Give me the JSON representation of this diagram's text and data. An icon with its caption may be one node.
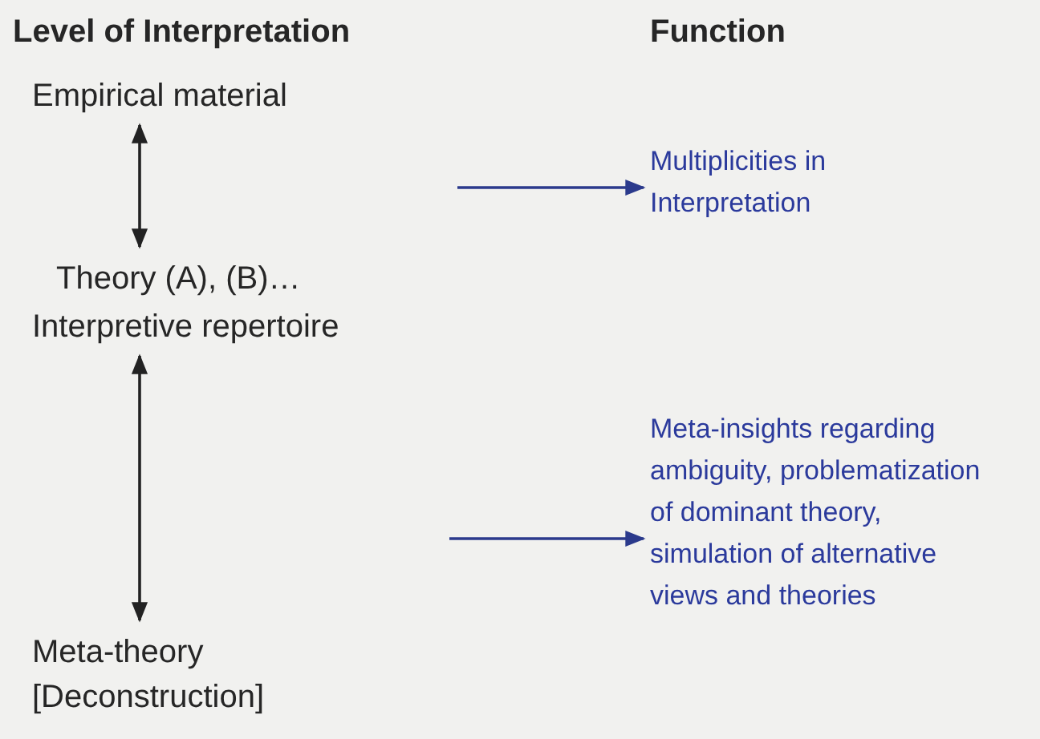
{
  "diagram": {
    "nodes": [
      {
        "text": [
          "Empirical material"
        ]
      },
      {
        "text": [
          "Theory (A), (B)…"
        ]
      },
      {
        "text": [
          "Interpretive repertoire"
        ]
      },
      {
        "text": [
          "Meta-theory [Deconstruction]"
        ]
      },
      {
        "text": [
          "Multiplicities in Interpretation"
        ]
      },
      {
        "text": [
          "Meta-insights regarding ambiguity, problematization of dominant theory, simulation of alternative views and theories"
        ]
      }
    ],
    "edges": [
      {
        "from": 0,
        "to": 1,
        "arrow": "both"
      },
      {
        "from": 2,
        "to": 3,
        "arrow": "both"
      },
      {
        "from": null,
        "to": 4,
        "arrow": "to",
        "color": "#2b3a8c"
      },
      {
        "from": null,
        "to": 5,
        "arrow": "to",
        "color": "#2b3a8c"
      }
    ],
    "labels": [
      "Level of Interpretation",
      "Function"
    ]
  }
}
